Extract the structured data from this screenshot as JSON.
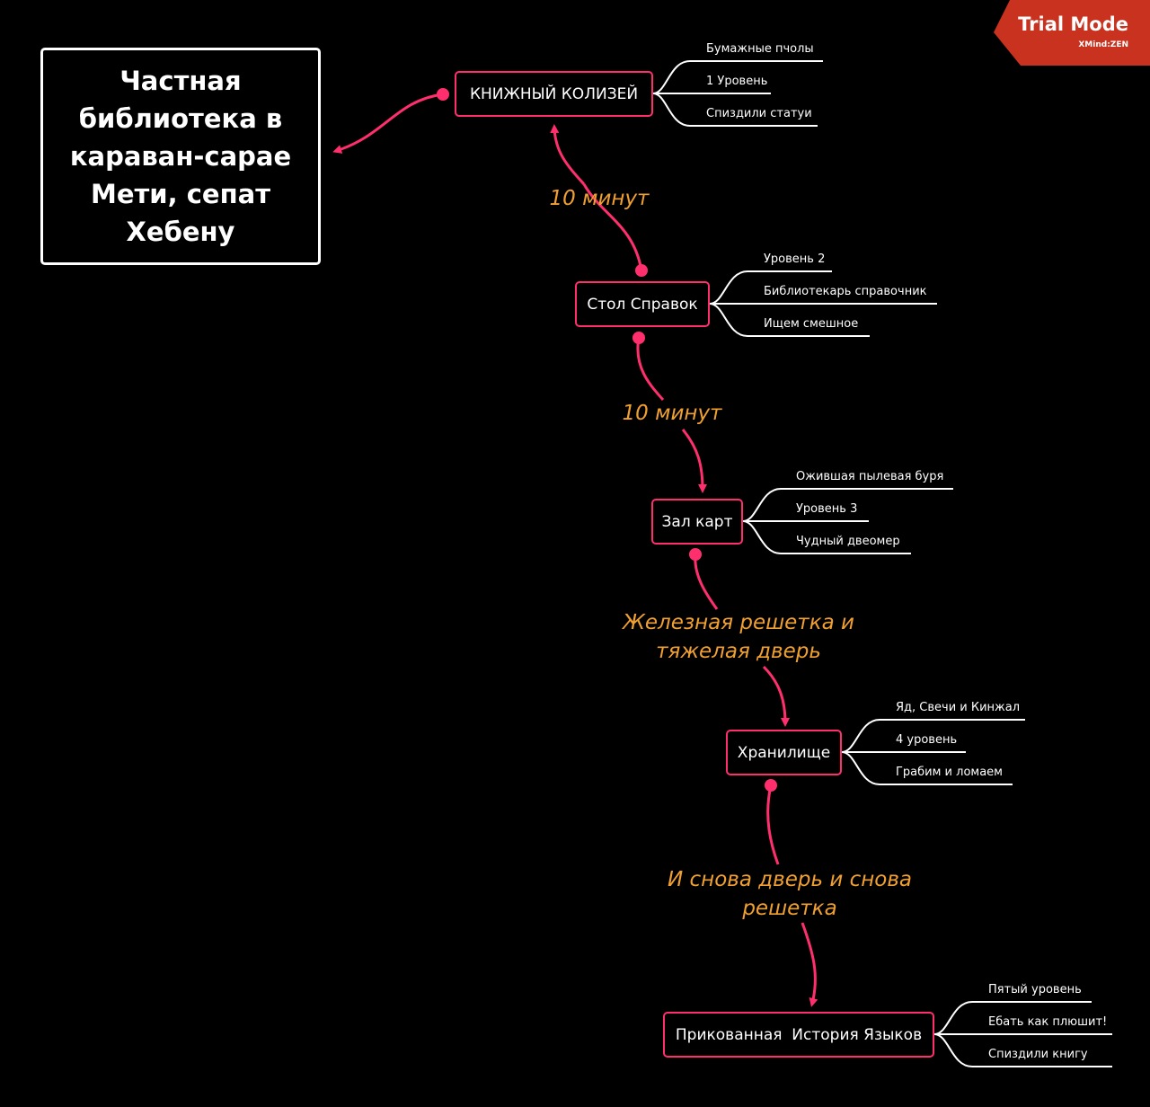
{
  "root": {
    "title": "Частная библиотека в караван-сарае Мети, сепат Хебену"
  },
  "topics": [
    {
      "label": "КНИЖНЫЙ КОЛИЗЕЙ",
      "subtopics": [
        "Бумажные пчолы",
        "1 Уровень",
        "Спиздили статуи"
      ]
    },
    {
      "label": "Стол Справок",
      "subtopics": [
        "Уровень 2",
        "Библиотекарь справочник",
        "Ищем смешное"
      ]
    },
    {
      "label": "Зал карт",
      "subtopics": [
        "Ожившая пылевая буря",
        "Уровень 3",
        "Чудный двеомер"
      ]
    },
    {
      "label": "Хранилище",
      "subtopics": [
        "Яд, Свечи и Кинжал",
        "4 уровень",
        "Грабим и ломаем"
      ]
    },
    {
      "label": "Прикованная  История Языков",
      "subtopics": [
        "Пятый уровень",
        "Ебать как плюшит!",
        "Спиздили книгу"
      ]
    }
  ],
  "edge_labels": [
    {
      "line1": "10 минут",
      "line2": ""
    },
    {
      "line1": "10 минут",
      "line2": ""
    },
    {
      "line1": "Железная решетка и",
      "line2": "тяжелая дверь"
    },
    {
      "line1": "И снова дверь и снова",
      "line2": "решетка"
    }
  ],
  "watermark": {
    "title": "Trial Mode",
    "brand": "XMind:ZEN"
  },
  "colors": {
    "connector": "#ff2f6e",
    "label": "#f0a030",
    "watermark": "#c8321e",
    "background": "#000000"
  }
}
